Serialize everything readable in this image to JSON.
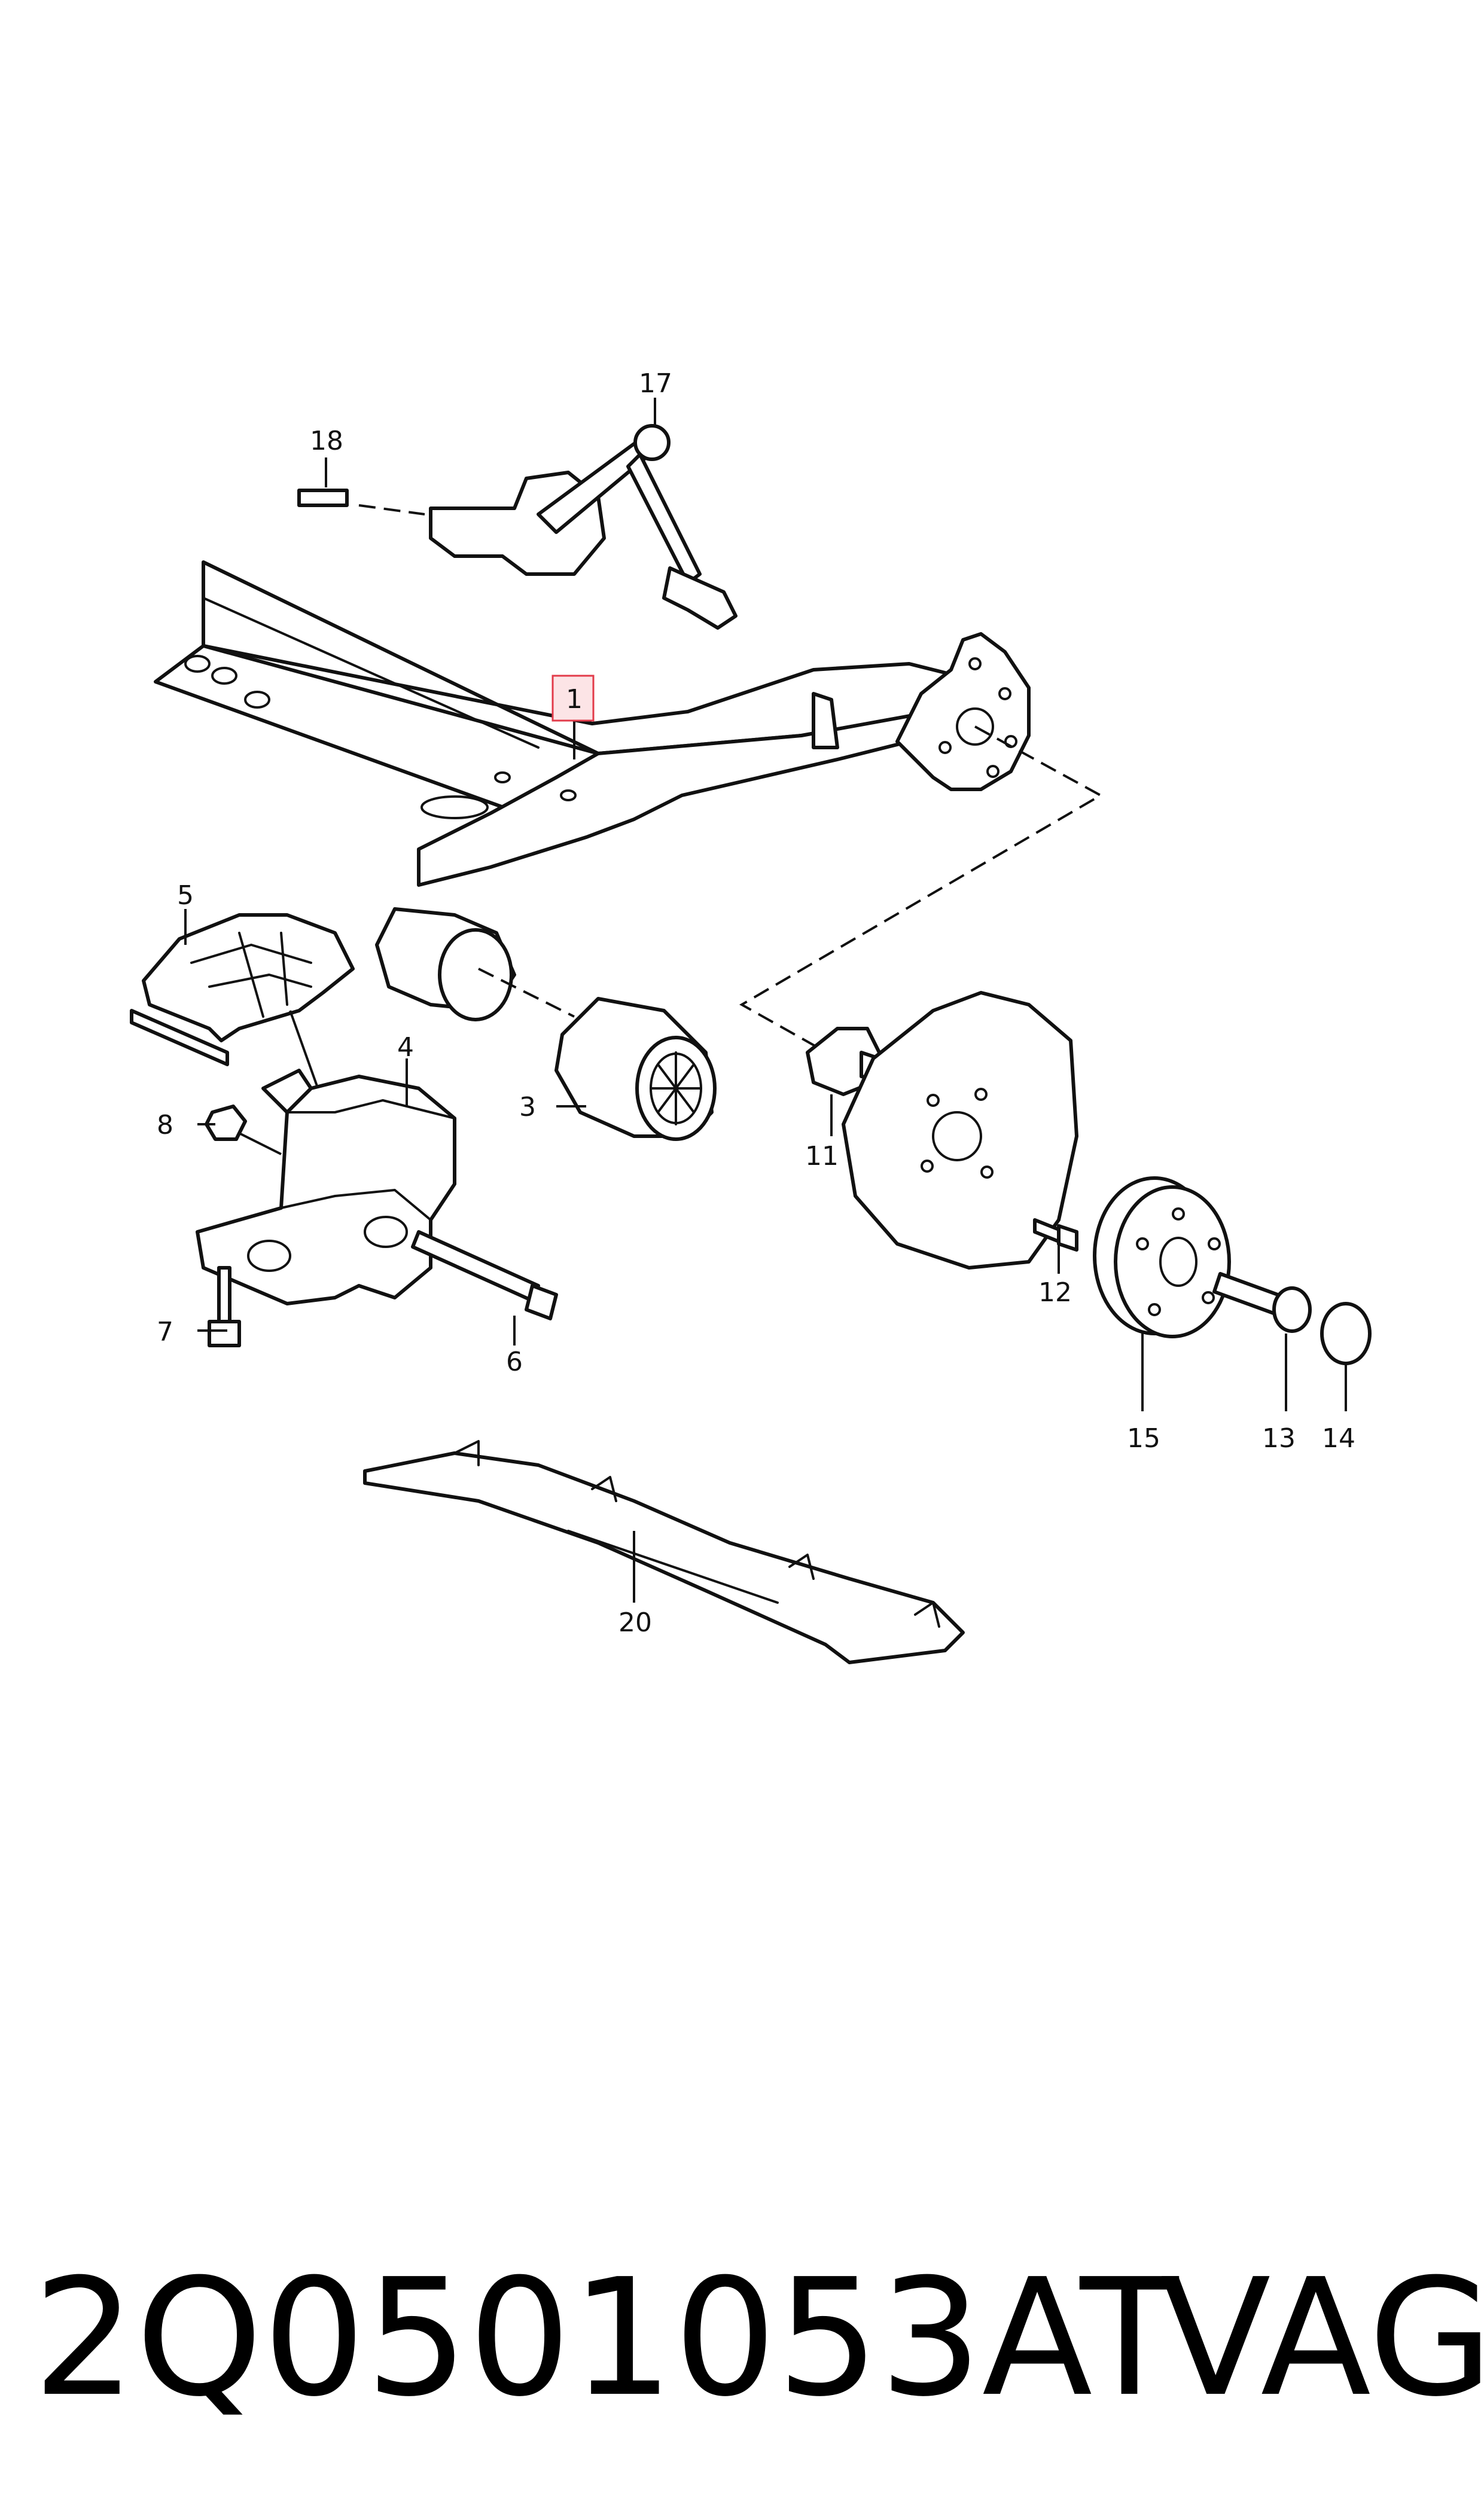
{
  "diagram": {
    "callouts": {
      "c1": "1",
      "c3": "3",
      "c4": "4",
      "c5": "5",
      "c6": "6",
      "c7": "7",
      "c8": "8",
      "c11": "11",
      "c12": "12",
      "c13": "13",
      "c14": "14",
      "c15": "15",
      "c17": "17",
      "c18": "18",
      "c20": "20"
    },
    "highlight_color": "#e23b4a"
  },
  "footer": {
    "part_number": "2Q0501053AT",
    "brand": "VAG"
  }
}
